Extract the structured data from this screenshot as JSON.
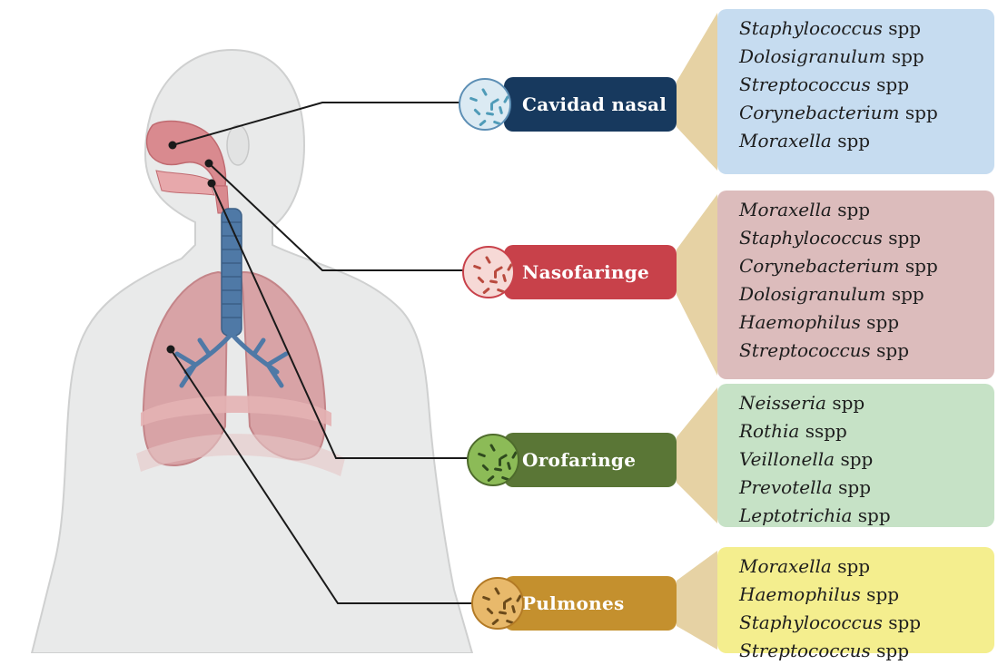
{
  "regions": [
    {
      "label": "Cavidad nasal",
      "label_color": "#17395e",
      "panel_color": "#c6dcf0",
      "circle_fill": "#dbeaf3",
      "circle_stroke": "#5d8fb5",
      "microbe_color": "#4f9bb8",
      "species": [
        {
          "genus": "Staphylococcus",
          "suffix": " spp"
        },
        {
          "genus": "Dolosigranulum",
          "suffix": " spp"
        },
        {
          "genus": "Streptococcus",
          "suffix": " spp"
        },
        {
          "genus": "Corynebacterium",
          "suffix": " spp"
        },
        {
          "genus": "Moraxella",
          "suffix": " spp"
        }
      ]
    },
    {
      "label": "Nasofaringe",
      "label_color": "#c8414a",
      "panel_color": "#dcbcbc",
      "circle_fill": "#f6d9d6",
      "circle_stroke": "#c8414a",
      "microbe_color": "#b94a3e",
      "species": [
        {
          "genus": "Moraxella",
          "suffix": " spp"
        },
        {
          "genus": "Staphylococcus",
          "suffix": " spp"
        },
        {
          "genus": "Corynebacterium",
          "suffix": " spp"
        },
        {
          "genus": "Dolosigranulum",
          "suffix": " spp"
        },
        {
          "genus": "Haemophilus",
          "suffix": " spp"
        },
        {
          "genus": "Streptococcus",
          "suffix": " spp"
        }
      ]
    },
    {
      "label": "Orofaringe",
      "label_color": "#5a7636",
      "panel_color": "#c6e2c6",
      "circle_fill": "#8cbb57",
      "circle_stroke": "#4e6b2c",
      "microbe_color": "#2f4a1e",
      "species": [
        {
          "genus": "Neisseria",
          "suffix": " spp"
        },
        {
          "genus": "Rothia",
          "suffix": " sspp"
        },
        {
          "genus": "Veillonella",
          "suffix": " spp"
        },
        {
          "genus": "Prevotella",
          "suffix": " spp"
        },
        {
          "genus": "Leptotrichia",
          "suffix": " spp"
        }
      ]
    },
    {
      "label": "Pulmones",
      "label_color": "#c4902e",
      "panel_color": "#f4ee8e",
      "circle_fill": "#e8b96b",
      "circle_stroke": "#b37a25",
      "microbe_color": "#6b4a1a",
      "species": [
        {
          "genus": "Moraxella",
          "suffix": " spp"
        },
        {
          "genus": "Haemophilus",
          "suffix": " spp"
        },
        {
          "genus": "Staphylococcus",
          "suffix": " spp"
        },
        {
          "genus": "Streptococcus",
          "suffix": " spp"
        }
      ]
    }
  ],
  "connector_color": "#e6d2a4"
}
